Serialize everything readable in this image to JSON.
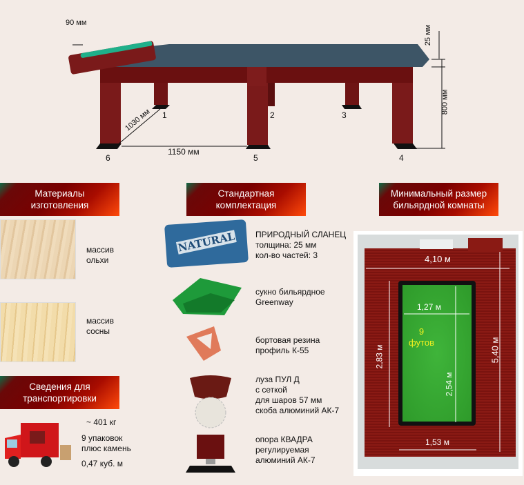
{
  "table_diagram": {
    "rail_width": "90 мм",
    "slate_thickness": "25 мм",
    "height": "800 мм",
    "leg_depth_spacing": "1030 мм",
    "leg_width_spacing": "1150 мм",
    "legs": [
      "1",
      "2",
      "3",
      "4",
      "5",
      "6"
    ]
  },
  "sections": {
    "materials": "Материалы\nизготовления",
    "standard": "Стандартная\nкомплектация",
    "room": "Минимальный размер\nбильярдной комнаты",
    "transport": "Сведения для\nтранспортировки"
  },
  "materials": [
    {
      "label": "массив\nольхи"
    },
    {
      "label": "массив\nсосны"
    }
  ],
  "transport": {
    "weight": "~ 401 кг",
    "packages": "9 упаковок\nплюс камень",
    "volume": "0,47 куб. м"
  },
  "kit": [
    {
      "badge": "NATURAL",
      "text": "ПРИРОДНЫЙ СЛАНЕЦ\nтолщина: 25 мм\nкол-во частей: 3"
    },
    {
      "text": "сукно бильярдное\nGreenway"
    },
    {
      "text": "бортовая резина\nпрофиль К-55"
    },
    {
      "text": "луза ПУЛ Д\nс сеткой\nдля шаров 57 мм\nскоба алюминий АК-7"
    },
    {
      "text": "опора КВАДРА\nрегулируемая\nалюминий АК-7"
    }
  ],
  "room": {
    "room_width": "4,10 м",
    "room_length": "5,40 м",
    "table_outer_width": "1,53 м",
    "table_outer_length": "2,83 м",
    "play_width": "1,27 м",
    "play_length": "2,54 м",
    "table_size": "9\nфутов"
  },
  "colors": {
    "accent_red": "#7a0000",
    "cloth": "#2e9a2a",
    "slate": "#3d5566",
    "wood": "#7a1a1a",
    "carpet": "#8a1a14"
  }
}
